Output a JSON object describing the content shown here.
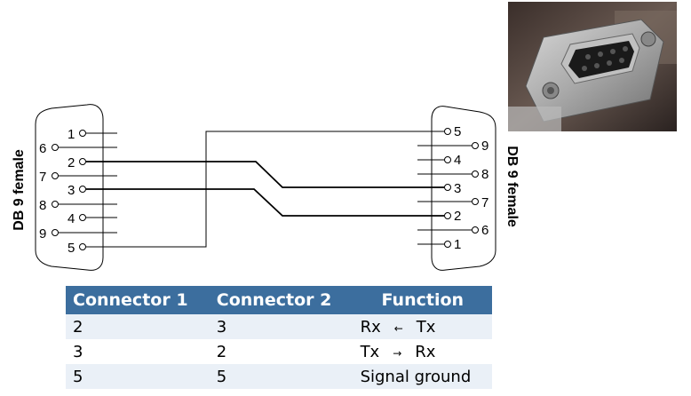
{
  "diagram": {
    "left_connector": {
      "title": "DB 9 female",
      "row1_pins": [
        "1",
        "2",
        "3",
        "4",
        "5"
      ],
      "row2_pins": [
        "6",
        "7",
        "8",
        "9"
      ]
    },
    "right_connector": {
      "title": "DB 9 female",
      "row1_pins": [
        "5",
        "4",
        "3",
        "2",
        "1"
      ],
      "row2_pins": [
        "9",
        "8",
        "7",
        "6"
      ]
    },
    "wiring": [
      {
        "from": "2",
        "to": "3"
      },
      {
        "from": "3",
        "to": "2"
      },
      {
        "from": "5",
        "to": "5"
      }
    ]
  },
  "photo": {
    "icon": "db9-female-connector-photo-icon"
  },
  "table": {
    "headers": [
      "Connector 1",
      "Connector 2",
      "Function"
    ],
    "rows": [
      {
        "c1": "2",
        "c2": "3",
        "fn_a": "Rx",
        "arrow": "←",
        "fn_b": "Tx"
      },
      {
        "c1": "3",
        "c2": "2",
        "fn_a": "Tx",
        "arrow": "→",
        "fn_b": "Rx"
      },
      {
        "c1": "5",
        "c2": "5",
        "fn_a": "Signal ground",
        "arrow": "",
        "fn_b": ""
      }
    ]
  },
  "colors": {
    "header_bg": "#3c6e9e",
    "row_alt": "#eaf0f7",
    "line": "#000000"
  }
}
